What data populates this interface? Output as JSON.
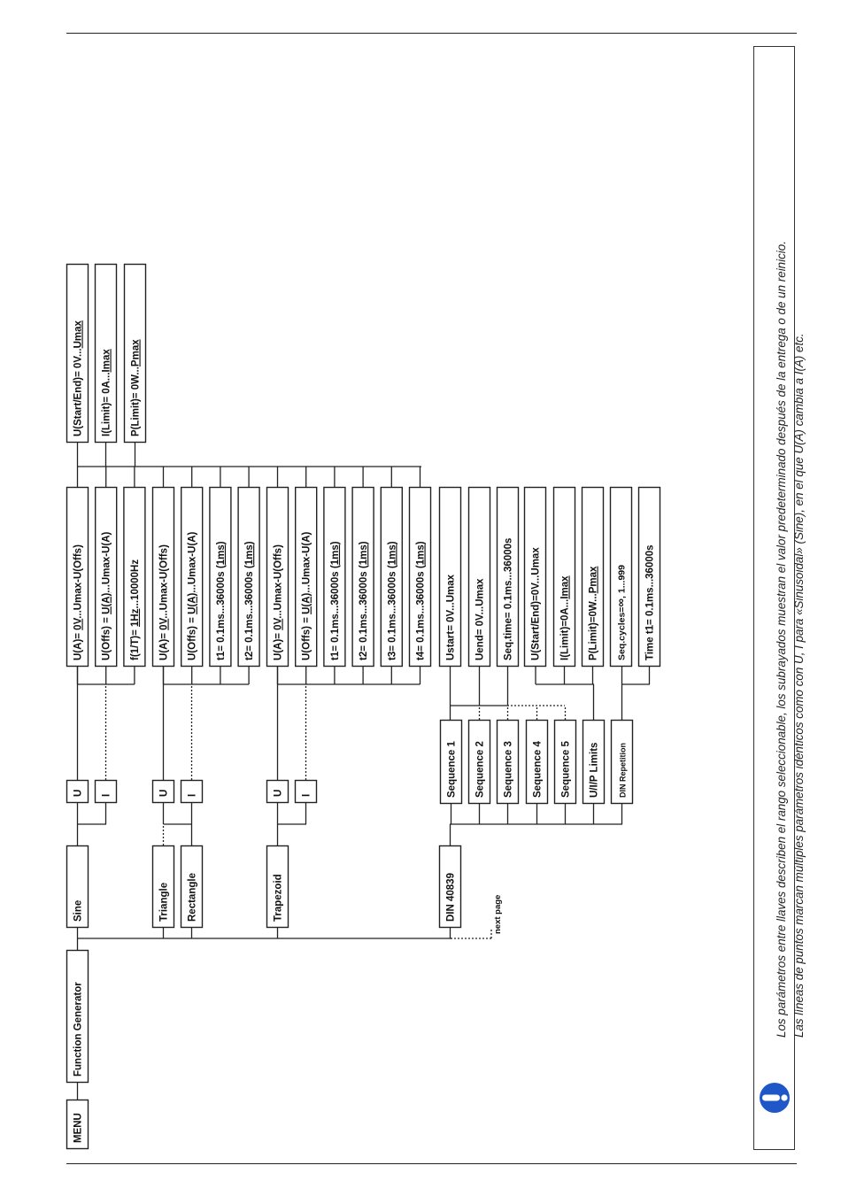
{
  "diagram": {
    "menu": "MENU",
    "function_generator": "Function Generator",
    "next_page": "next page",
    "waveforms": {
      "sine": "Sine",
      "triangle": "Triangle",
      "rectangle": "Rectangle",
      "trapezoid": "Trapezoid",
      "din": "DIN 40839"
    },
    "u_label": "U",
    "i_label": "I",
    "sine_params": [
      [
        {
          "t": "U(A)= "
        },
        {
          "t": "0V",
          "u": true
        },
        {
          "t": "...Umax-U(Offs)"
        }
      ],
      [
        {
          "t": "U(Offs) = "
        },
        {
          "t": "U(A)",
          "u": true
        },
        {
          "t": "...Umax-U(A)"
        }
      ],
      [
        {
          "t": "f(1/T)= "
        },
        {
          "t": "1Hz",
          "u": true
        },
        {
          "t": "...10000Hz"
        }
      ]
    ],
    "tri_rect_params": [
      [
        {
          "t": "U(A)= "
        },
        {
          "t": "0V",
          "u": true
        },
        {
          "t": "...Umax-U(Offs)"
        }
      ],
      [
        {
          "t": "U(Offs) = "
        },
        {
          "t": "U(A)",
          "u": true
        },
        {
          "t": "...Umax-U(A)"
        }
      ],
      [
        {
          "t": "t1= 0.1ms...36000s ("
        },
        {
          "t": "1ms",
          "u": true
        },
        {
          "t": ")"
        }
      ],
      [
        {
          "t": "t2= 0.1ms...36000s ("
        },
        {
          "t": "1ms",
          "u": true
        },
        {
          "t": ")"
        }
      ]
    ],
    "trap_params": [
      [
        {
          "t": "U(A)= "
        },
        {
          "t": "0V",
          "u": true
        },
        {
          "t": "...Umax-U(Offs)"
        }
      ],
      [
        {
          "t": "U(Offs) = "
        },
        {
          "t": "U(A)",
          "u": true
        },
        {
          "t": "...Umax-U(A)"
        }
      ],
      [
        {
          "t": "t1= 0.1ms...36000s ("
        },
        {
          "t": "1ms",
          "u": true
        },
        {
          "t": ")"
        }
      ],
      [
        {
          "t": "t2= 0.1ms...36000s ("
        },
        {
          "t": "1ms",
          "u": true
        },
        {
          "t": ")"
        }
      ],
      [
        {
          "t": "t3= 0.1ms...36000s ("
        },
        {
          "t": "1ms",
          "u": true
        },
        {
          "t": ")"
        }
      ],
      [
        {
          "t": "t4= 0.1ms...36000s ("
        },
        {
          "t": "1ms",
          "u": true
        },
        {
          "t": ")"
        }
      ]
    ],
    "limits": [
      [
        {
          "t": "U(Start/End)= 0V..."
        },
        {
          "t": "Umax",
          "u": true
        }
      ],
      [
        {
          "t": "I(Limit)= 0A..."
        },
        {
          "t": "Imax",
          "u": true
        }
      ],
      [
        {
          "t": "P(Limit)= 0W..."
        },
        {
          "t": "Pmax",
          "u": true
        }
      ]
    ],
    "din_items": [
      "Sequence 1",
      "Sequence 2",
      "Sequence 3",
      "Sequence 4",
      "Sequence 5",
      "U/I/P Limits",
      "DIN Repetition"
    ],
    "din_params": [
      [
        {
          "t": "Ustart= 0V...Umax"
        }
      ],
      [
        {
          "t": "Uend= 0V...Umax"
        }
      ],
      [
        {
          "t": "Seq.time= 0.1ms...36000s"
        }
      ],
      [
        {
          "t": "U(Start/End)=0V...Umax"
        }
      ],
      [
        {
          "t": "I(Limit)=0A..."
        },
        {
          "t": "Imax",
          "u": true
        }
      ],
      [
        {
          "t": "P(Limit)=0W..."
        },
        {
          "t": "Pmax",
          "u": true
        }
      ],
      [
        {
          "t": "Seq.cycles="
        },
        {
          "t": "∞",
          "b": true
        },
        {
          "t": ", 1...999"
        }
      ],
      [
        {
          "t": "Time t1= 0.1ms...36000s"
        }
      ]
    ]
  },
  "note": {
    "icon": "info-icon",
    "line1": "Los parámetros entre llaves describen el rango seleccionable, los subrayados muestran el valor predeterminado después de la entrega o de un reinicio.",
    "line2": "Las líneas de puntos marcan múltiples parámetros idénticos como con U, I para «Sinusoidal» (Sine), en el que U(A) cambia a I(A) etc."
  },
  "colors": {
    "accent": "#1f56c8",
    "line": "#222222"
  }
}
